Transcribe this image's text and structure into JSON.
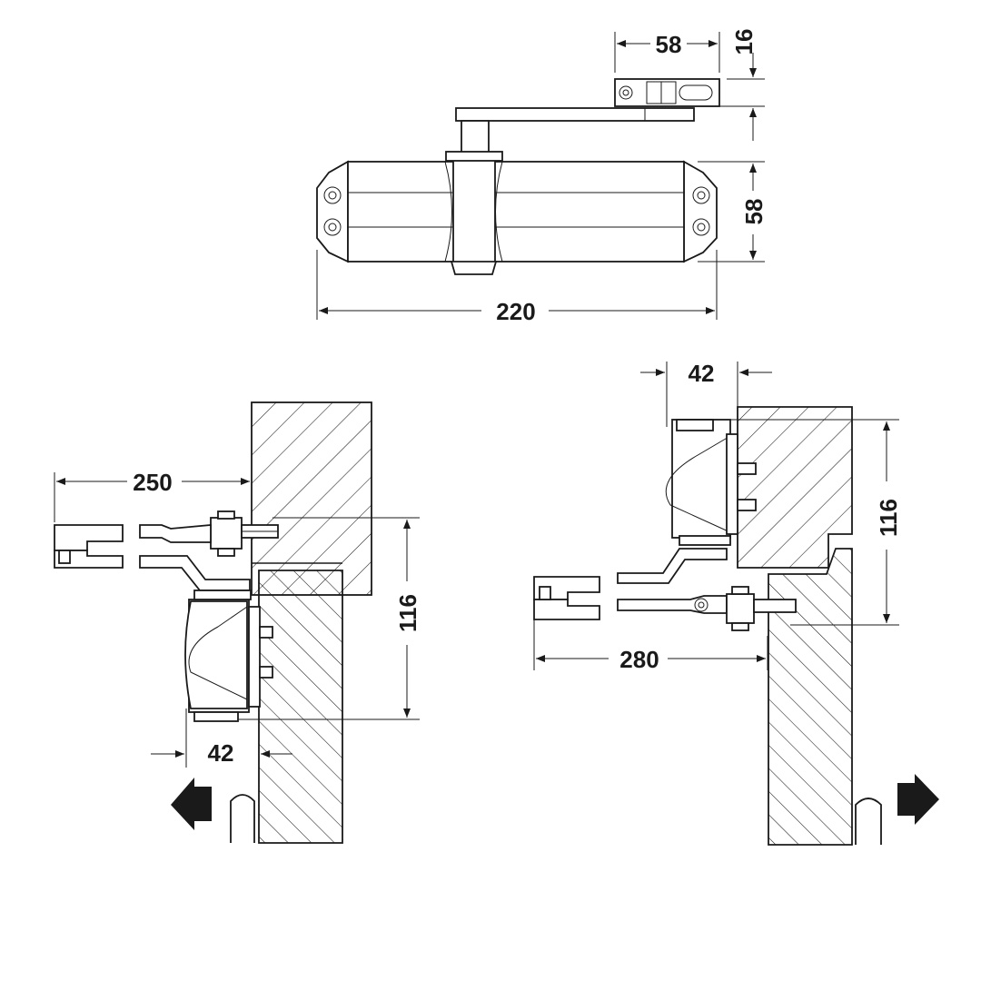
{
  "dimensions": {
    "arm_shoe_width": "58",
    "arm_shoe_offset": "16",
    "body_height": "58",
    "body_length": "220",
    "left_arm_reach": "250",
    "left_vertical": "116",
    "left_depth": "42",
    "right_depth": "42",
    "right_vertical": "116",
    "right_arm_reach": "280"
  },
  "icons": {
    "left_direction": "arrow-left-icon",
    "right_direction": "arrow-right-icon"
  }
}
